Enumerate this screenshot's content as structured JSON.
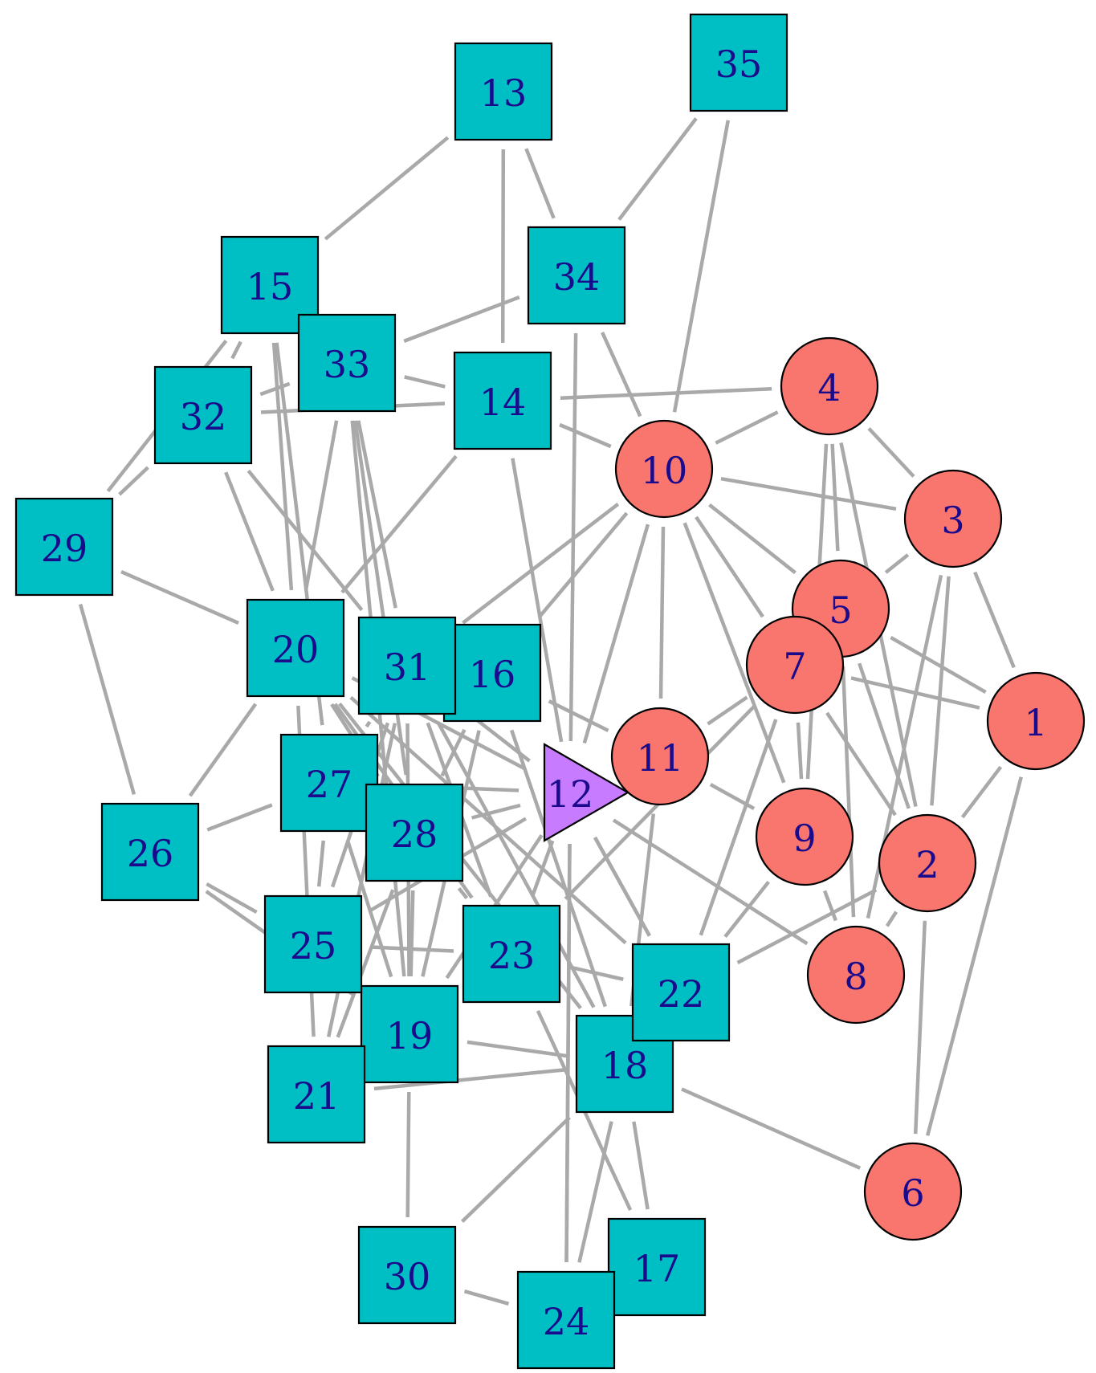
{
  "colors": {
    "square": "#00bfc4",
    "circle": "#f8766d",
    "triangle": "#c77cff",
    "edge": "#a9a9a9",
    "label": "#1a0a8c"
  },
  "nodes": [
    {
      "id": "1",
      "label": "1",
      "shape": "circle"
    },
    {
      "id": "2",
      "label": "2",
      "shape": "circle"
    },
    {
      "id": "3",
      "label": "3",
      "shape": "circle"
    },
    {
      "id": "4",
      "label": "4",
      "shape": "circle"
    },
    {
      "id": "5",
      "label": "5",
      "shape": "circle"
    },
    {
      "id": "6",
      "label": "6",
      "shape": "circle"
    },
    {
      "id": "7",
      "label": "7",
      "shape": "circle"
    },
    {
      "id": "8",
      "label": "8",
      "shape": "circle"
    },
    {
      "id": "9",
      "label": "9",
      "shape": "circle"
    },
    {
      "id": "10",
      "label": "10",
      "shape": "circle"
    },
    {
      "id": "11",
      "label": "11",
      "shape": "circle"
    },
    {
      "id": "12",
      "label": "12",
      "shape": "triangle"
    },
    {
      "id": "13",
      "label": "13",
      "shape": "square"
    },
    {
      "id": "14",
      "label": "14",
      "shape": "square"
    },
    {
      "id": "15",
      "label": "15",
      "shape": "square"
    },
    {
      "id": "16",
      "label": "16",
      "shape": "square"
    },
    {
      "id": "17",
      "label": "17",
      "shape": "square"
    },
    {
      "id": "18",
      "label": "18",
      "shape": "square"
    },
    {
      "id": "19",
      "label": "19",
      "shape": "square"
    },
    {
      "id": "20",
      "label": "20",
      "shape": "square"
    },
    {
      "id": "21",
      "label": "21",
      "shape": "square"
    },
    {
      "id": "22",
      "label": "22",
      "shape": "square"
    },
    {
      "id": "23",
      "label": "23",
      "shape": "square"
    },
    {
      "id": "24",
      "label": "24",
      "shape": "square"
    },
    {
      "id": "25",
      "label": "25",
      "shape": "square"
    },
    {
      "id": "26",
      "label": "26",
      "shape": "square"
    },
    {
      "id": "27",
      "label": "27",
      "shape": "square"
    },
    {
      "id": "28",
      "label": "28",
      "shape": "square"
    },
    {
      "id": "29",
      "label": "29",
      "shape": "square"
    },
    {
      "id": "30",
      "label": "30",
      "shape": "square"
    },
    {
      "id": "31",
      "label": "31",
      "shape": "square"
    },
    {
      "id": "32",
      "label": "32",
      "shape": "square"
    },
    {
      "id": "33",
      "label": "33",
      "shape": "square"
    },
    {
      "id": "34",
      "label": "34",
      "shape": "square"
    },
    {
      "id": "35",
      "label": "35",
      "shape": "square"
    }
  ],
  "edges": [
    [
      "1",
      "3"
    ],
    [
      "1",
      "5"
    ],
    [
      "1",
      "7"
    ],
    [
      "1",
      "2"
    ],
    [
      "1",
      "6"
    ],
    [
      "2",
      "3"
    ],
    [
      "2",
      "4"
    ],
    [
      "2",
      "7"
    ],
    [
      "2",
      "8"
    ],
    [
      "2",
      "22"
    ],
    [
      "2",
      "6"
    ],
    [
      "3",
      "4"
    ],
    [
      "3",
      "10"
    ],
    [
      "3",
      "5"
    ],
    [
      "3",
      "8"
    ],
    [
      "4",
      "10"
    ],
    [
      "4",
      "14"
    ],
    [
      "4",
      "9"
    ],
    [
      "4",
      "5"
    ],
    [
      "5",
      "10"
    ],
    [
      "5",
      "8"
    ],
    [
      "5",
      "2"
    ],
    [
      "7",
      "10"
    ],
    [
      "7",
      "11"
    ],
    [
      "7",
      "22"
    ],
    [
      "7",
      "9"
    ],
    [
      "7",
      "23"
    ],
    [
      "9",
      "10"
    ],
    [
      "9",
      "11"
    ],
    [
      "9",
      "22"
    ],
    [
      "9",
      "8"
    ],
    [
      "10",
      "14"
    ],
    [
      "10",
      "34"
    ],
    [
      "10",
      "35"
    ],
    [
      "10",
      "11"
    ],
    [
      "10",
      "12"
    ],
    [
      "10",
      "31"
    ],
    [
      "10",
      "16"
    ],
    [
      "11",
      "18"
    ],
    [
      "11",
      "16"
    ],
    [
      "12",
      "14"
    ],
    [
      "12",
      "34"
    ],
    [
      "12",
      "31"
    ],
    [
      "12",
      "20"
    ],
    [
      "12",
      "27"
    ],
    [
      "12",
      "28"
    ],
    [
      "12",
      "25"
    ],
    [
      "12",
      "19"
    ],
    [
      "12",
      "23"
    ],
    [
      "12",
      "24"
    ],
    [
      "12",
      "22"
    ],
    [
      "12",
      "8"
    ],
    [
      "13",
      "15"
    ],
    [
      "13",
      "14"
    ],
    [
      "13",
      "34"
    ],
    [
      "14",
      "33"
    ],
    [
      "14",
      "32"
    ],
    [
      "14",
      "20"
    ],
    [
      "15",
      "20"
    ],
    [
      "15",
      "27"
    ],
    [
      "15",
      "32"
    ],
    [
      "15",
      "29"
    ],
    [
      "16",
      "28"
    ],
    [
      "16",
      "18"
    ],
    [
      "18",
      "19"
    ],
    [
      "18",
      "21"
    ],
    [
      "18",
      "6"
    ],
    [
      "18",
      "30"
    ],
    [
      "18",
      "24"
    ],
    [
      "18",
      "17"
    ],
    [
      "18",
      "31"
    ],
    [
      "18",
      "20"
    ],
    [
      "19",
      "31"
    ],
    [
      "19",
      "33"
    ],
    [
      "19",
      "30"
    ],
    [
      "19",
      "27"
    ],
    [
      "19",
      "16"
    ],
    [
      "20",
      "29"
    ],
    [
      "20",
      "32"
    ],
    [
      "20",
      "33"
    ],
    [
      "20",
      "23"
    ],
    [
      "20",
      "22"
    ],
    [
      "20",
      "28"
    ],
    [
      "20",
      "21"
    ],
    [
      "21",
      "28"
    ],
    [
      "21",
      "31"
    ],
    [
      "22",
      "23"
    ],
    [
      "22",
      "12"
    ],
    [
      "23",
      "31"
    ],
    [
      "23",
      "25"
    ],
    [
      "23",
      "17"
    ],
    [
      "23",
      "28"
    ],
    [
      "24",
      "30"
    ],
    [
      "24",
      "12"
    ],
    [
      "25",
      "26"
    ],
    [
      "25",
      "31"
    ],
    [
      "25",
      "27"
    ],
    [
      "25",
      "28"
    ],
    [
      "26",
      "29"
    ],
    [
      "26",
      "20"
    ],
    [
      "26",
      "27"
    ],
    [
      "26",
      "19"
    ],
    [
      "27",
      "31"
    ],
    [
      "27",
      "28"
    ],
    [
      "28",
      "33"
    ],
    [
      "28",
      "19"
    ],
    [
      "29",
      "32"
    ],
    [
      "31",
      "33"
    ],
    [
      "31",
      "32"
    ],
    [
      "32",
      "33"
    ],
    [
      "33",
      "34"
    ],
    [
      "34",
      "35"
    ]
  ]
}
